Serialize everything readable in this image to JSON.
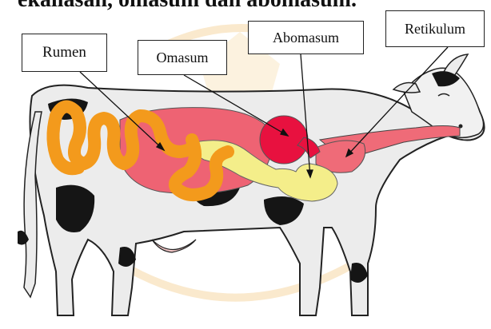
{
  "header": {
    "text": "ekaliasan, omasum dan abomasum."
  },
  "labels": {
    "rumen": "Rumen",
    "omasum": "Omasum",
    "abomasum": "Abomasum",
    "retikulum": "Retikulum"
  },
  "colors": {
    "intestine": "#f39a1c",
    "rumen_organ": "#ee6373",
    "abomasum_organ": "#e8113f",
    "omasum_organ": "#f4ee8a",
    "esophagus": "#ef6b78",
    "cow_body": "#ececec",
    "cow_spots": "#151515",
    "watermark": "#f7d8a0"
  }
}
